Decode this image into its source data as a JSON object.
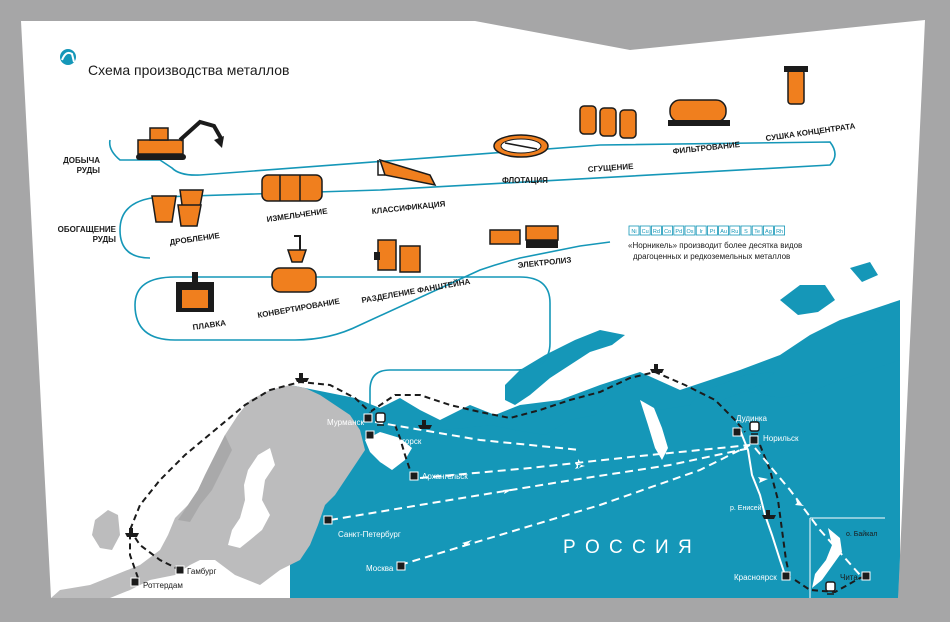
{
  "header": {
    "title": "Схема производства металлов"
  },
  "process": {
    "group_mining": "ДОБЫЧА\nРУДЫ",
    "group_beneficiation": "ОБОГАЩЕНИЕ\nРУДЫ",
    "steps": {
      "crushing": "ДРОБЛЕНИЕ",
      "grinding": "ИЗМЕЛЬЧЕНИЕ",
      "classification": "КЛАССИФИКАЦИЯ",
      "flotation": "ФЛОТАЦИЯ",
      "thickening": "СГУЩЕНИЕ",
      "filtration": "ФИЛЬТРОВАНИЕ",
      "drying": "СУШКА КОНЦЕНТРАТА",
      "smelting": "ПЛАВКА",
      "converting": "КОНВЕРТИРОВАНИЕ",
      "fanshtein": "РАЗДЕЛЕНИЕ ФАНШТЕЙНА",
      "electrolysis": "ЭЛЕКТРОЛИЗ"
    }
  },
  "metals": {
    "symbols": [
      "Ni",
      "Cu",
      "Rd",
      "Co",
      "Pd",
      "Os",
      "Ir",
      "Pt",
      "Au",
      "Ru",
      "S",
      "Te",
      "Ag",
      "Rh"
    ],
    "line1": "«Норникель» производит более десятка видов",
    "line2": "драгоценных и редкоземельных металлов"
  },
  "map": {
    "country": "Р О С С И Я",
    "cities": {
      "murmansk": "Мурманск",
      "monchegorsk": "Мончегорск",
      "arkhangelsk": "Архангельск",
      "spb": "Санкт-Петербург",
      "moscow": "Москва",
      "hamburg": "Гамбург",
      "rotterdam": "Роттердам",
      "dudinka": "Дудинка",
      "norilsk": "Норильск",
      "yenisei": "р. Енисей",
      "krasnoyarsk": "Красноярск",
      "chita": "Чита",
      "baikal": "о. Байкал"
    }
  },
  "colors": {
    "accent": "#f07f1e",
    "sea": "#1597b8",
    "land": "#b5b5b6",
    "ink": "#1b1b1b",
    "background": "#a6a6a7"
  }
}
